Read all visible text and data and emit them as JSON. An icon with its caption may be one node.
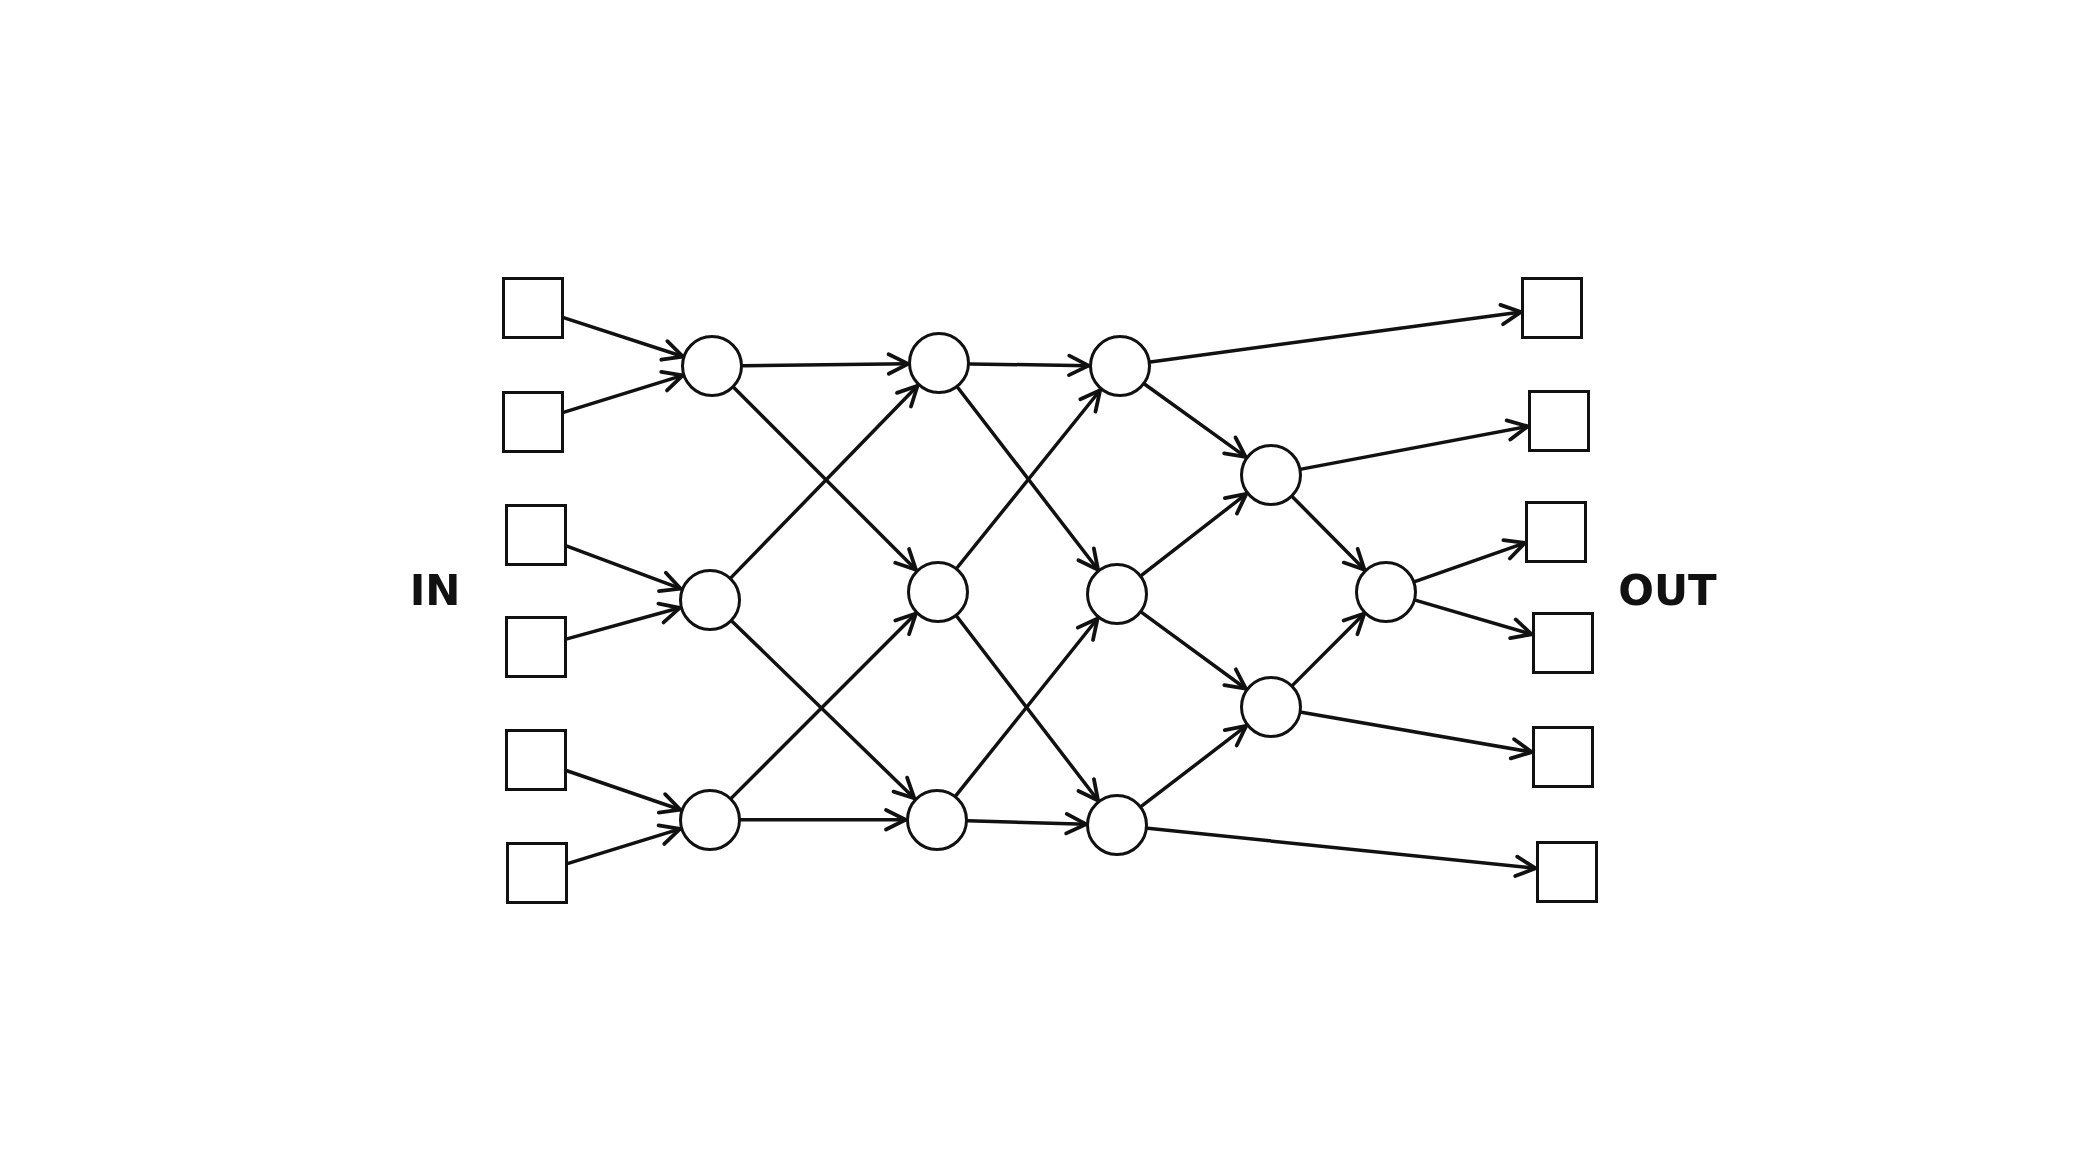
{
  "diagram": {
    "nodes": [
      {
        "text": [],
        "shape": "box"
      },
      {
        "text": [],
        "shape": "box"
      },
      {
        "text": [],
        "shape": "box"
      },
      {
        "text": [],
        "shape": "box"
      },
      {
        "text": [],
        "shape": "box"
      },
      {
        "text": [],
        "shape": "box"
      },
      {
        "text": [],
        "shape": "circle"
      },
      {
        "text": [],
        "shape": "circle"
      },
      {
        "text": [],
        "shape": "circle"
      },
      {
        "text": [],
        "shape": "circle"
      },
      {
        "text": [],
        "shape": "circle"
      },
      {
        "text": [],
        "shape": "circle"
      },
      {
        "text": [],
        "shape": "circle"
      },
      {
        "text": [],
        "shape": "circle"
      },
      {
        "text": [],
        "shape": "circle"
      },
      {
        "text": [],
        "shape": "circle"
      },
      {
        "text": [],
        "shape": "circle"
      },
      {
        "text": [],
        "shape": "circle"
      },
      {
        "text": [],
        "shape": "box"
      },
      {
        "text": [],
        "shape": "box"
      },
      {
        "text": [],
        "shape": "box"
      },
      {
        "text": [],
        "shape": "box"
      },
      {
        "text": [],
        "shape": "box"
      },
      {
        "text": [],
        "shape": "box"
      }
    ],
    "edges": [
      {
        "from": 0,
        "to": 6,
        "arrow": "to"
      },
      {
        "from": 1,
        "to": 6,
        "arrow": "to"
      },
      {
        "from": 2,
        "to": 7,
        "arrow": "to"
      },
      {
        "from": 3,
        "to": 7,
        "arrow": "to"
      },
      {
        "from": 4,
        "to": 8,
        "arrow": "to"
      },
      {
        "from": 5,
        "to": 8,
        "arrow": "to"
      },
      {
        "from": 6,
        "to": 9,
        "arrow": "to"
      },
      {
        "from": 6,
        "to": 10,
        "arrow": "to"
      },
      {
        "from": 7,
        "to": 9,
        "arrow": "to"
      },
      {
        "from": 7,
        "to": 11,
        "arrow": "to"
      },
      {
        "from": 8,
        "to": 10,
        "arrow": "to"
      },
      {
        "from": 8,
        "to": 11,
        "arrow": "to"
      },
      {
        "from": 9,
        "to": 12,
        "arrow": "to"
      },
      {
        "from": 9,
        "to": 13,
        "arrow": "to"
      },
      {
        "from": 10,
        "to": 12,
        "arrow": "to"
      },
      {
        "from": 10,
        "to": 14,
        "arrow": "to"
      },
      {
        "from": 11,
        "to": 13,
        "arrow": "to"
      },
      {
        "from": 11,
        "to": 14,
        "arrow": "to"
      },
      {
        "from": 12,
        "to": 18,
        "arrow": "to"
      },
      {
        "from": 12,
        "to": 15,
        "arrow": "to"
      },
      {
        "from": 13,
        "to": 15,
        "arrow": "to"
      },
      {
        "from": 13,
        "to": 16,
        "arrow": "to"
      },
      {
        "from": 14,
        "to": 16,
        "arrow": "to"
      },
      {
        "from": 14,
        "to": 23,
        "arrow": "to"
      },
      {
        "from": 15,
        "to": 19,
        "arrow": "to"
      },
      {
        "from": 15,
        "to": 17,
        "arrow": "to"
      },
      {
        "from": 16,
        "to": 17,
        "arrow": "to"
      },
      {
        "from": 16,
        "to": 22,
        "arrow": "to"
      },
      {
        "from": 17,
        "to": 20,
        "arrow": "to"
      },
      {
        "from": 17,
        "to": 21,
        "arrow": "to"
      }
    ],
    "labels": [
      "IN",
      "OUT"
    ]
  }
}
